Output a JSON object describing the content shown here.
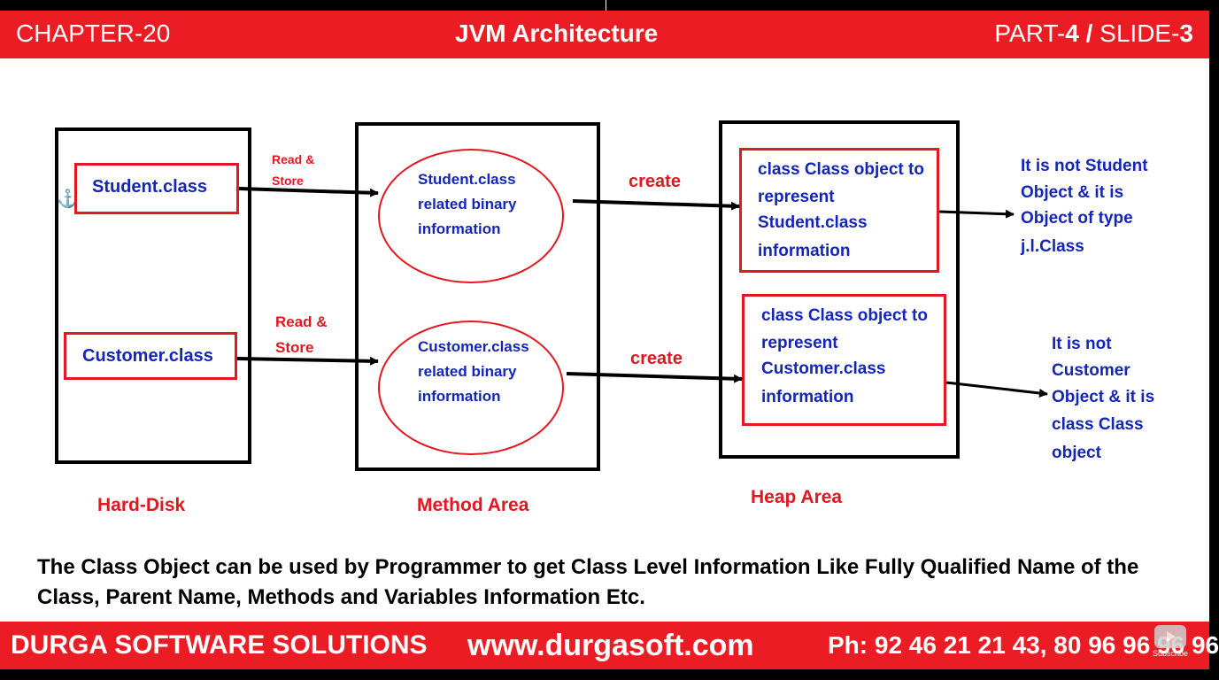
{
  "header": {
    "chapter": "CHAPTER-20",
    "title": "JVM Architecture",
    "part_prefix": "PART-",
    "part_num": "4",
    "slash": " / ",
    "slide_prefix": "SLIDE-",
    "slide_num": "3"
  },
  "diagram": {
    "hard_disk": {
      "label": "Hard-Disk",
      "files": [
        "Student.class",
        "Customer.class"
      ]
    },
    "edges_read": [
      "Read &\nStore",
      "Read &\nStore"
    ],
    "method_area": {
      "label": "Method Area",
      "items": [
        [
          "Student.class",
          "related binary",
          "information"
        ],
        [
          "Customer.class",
          "related binary",
          "information"
        ]
      ]
    },
    "edges_create": [
      "create",
      "create"
    ],
    "heap_area": {
      "label": "Heap Area",
      "items": [
        [
          "class Class object to",
          "represent",
          "Student.class",
          "information"
        ],
        [
          "class Class object to",
          "represent",
          "Customer.class",
          "information"
        ]
      ]
    },
    "notes": [
      [
        "It is not Student",
        "Object & it is",
        "Object of type",
        "j.l.Class"
      ],
      [
        "It is not",
        "Customer",
        "Object & it is",
        "class Class",
        "object"
      ]
    ]
  },
  "note": "The Class Object can be used by Programmer to get Class Level Information Like Fully Qualified Name of the Class, Parent Name, Methods and Variables Information Etc.",
  "footer": {
    "company": "DURGA SOFTWARE SOLUTIONS",
    "website": "www.durgasoft.com",
    "phone": "Ph: 92 46 21 21 43, 80 96 96 96 96",
    "subscribe": "Subscribe"
  },
  "colors": {
    "brand_red": "#ec1c24",
    "label_blue": "#1426b8",
    "box_red": "#e3171f"
  },
  "icons": [
    "anchor-icon",
    "youtube-play-icon"
  ]
}
